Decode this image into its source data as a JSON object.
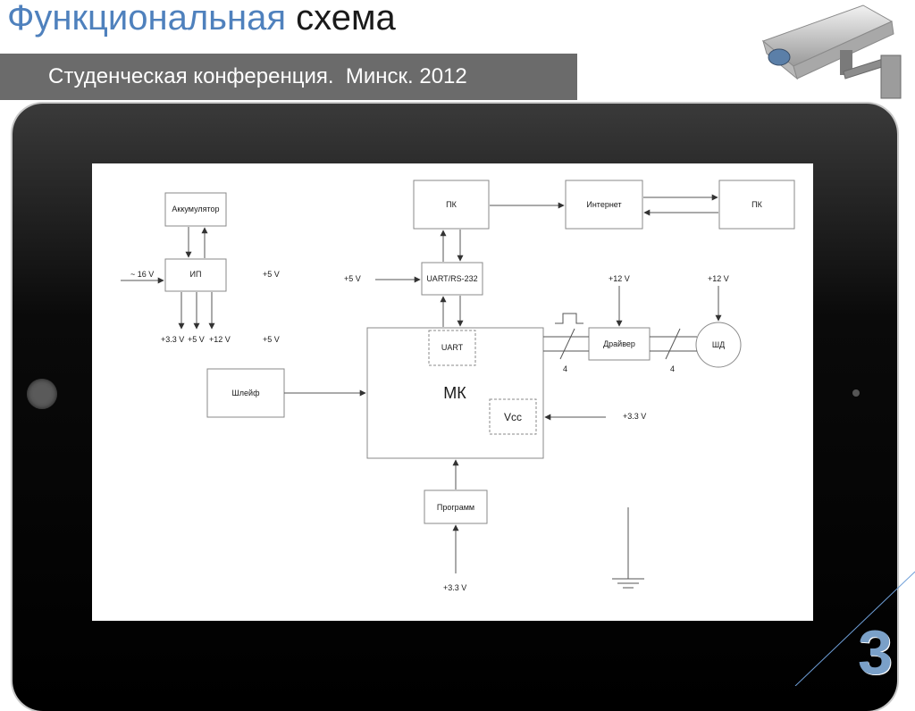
{
  "slide": {
    "title_part1": "Функциональная",
    "title_part2": "схема",
    "subtitle": "Студенческая конференция.  Минск. 2012",
    "page_number": "3"
  },
  "diagram": {
    "blocks": {
      "battery": "Аккумулятор",
      "psu": "ИП",
      "pc_left": "ПК",
      "internet": "Интернет",
      "pc_right": "ПК",
      "uart_rs232": "UART/RS-232",
      "uart_inner": "UART",
      "mcu": "МК",
      "vcc": "Vcc",
      "driver": "Драйвер",
      "stepper": "ШД",
      "loop": "Шлейф",
      "programmer": "Программ"
    },
    "labels": {
      "in_16v": "~ 16 V",
      "psu_out_5v": "+5 V",
      "out_33v": "+3.3 V",
      "out_5v": "+5 V",
      "out_12v": "+12 V",
      "out_5v_right": "+5 V",
      "uart_5v": "+5 V",
      "driver_12v": "+12 V",
      "stepper_12v": "+12 V",
      "vcc_33v": "+3.3 V",
      "prog_33v": "+3.3 V",
      "bus_4_left": "4",
      "bus_4_right": "4"
    },
    "icons": [
      "security-camera-icon",
      "pulse-signal-icon",
      "ground-symbol-icon",
      "arrow-icon"
    ]
  }
}
